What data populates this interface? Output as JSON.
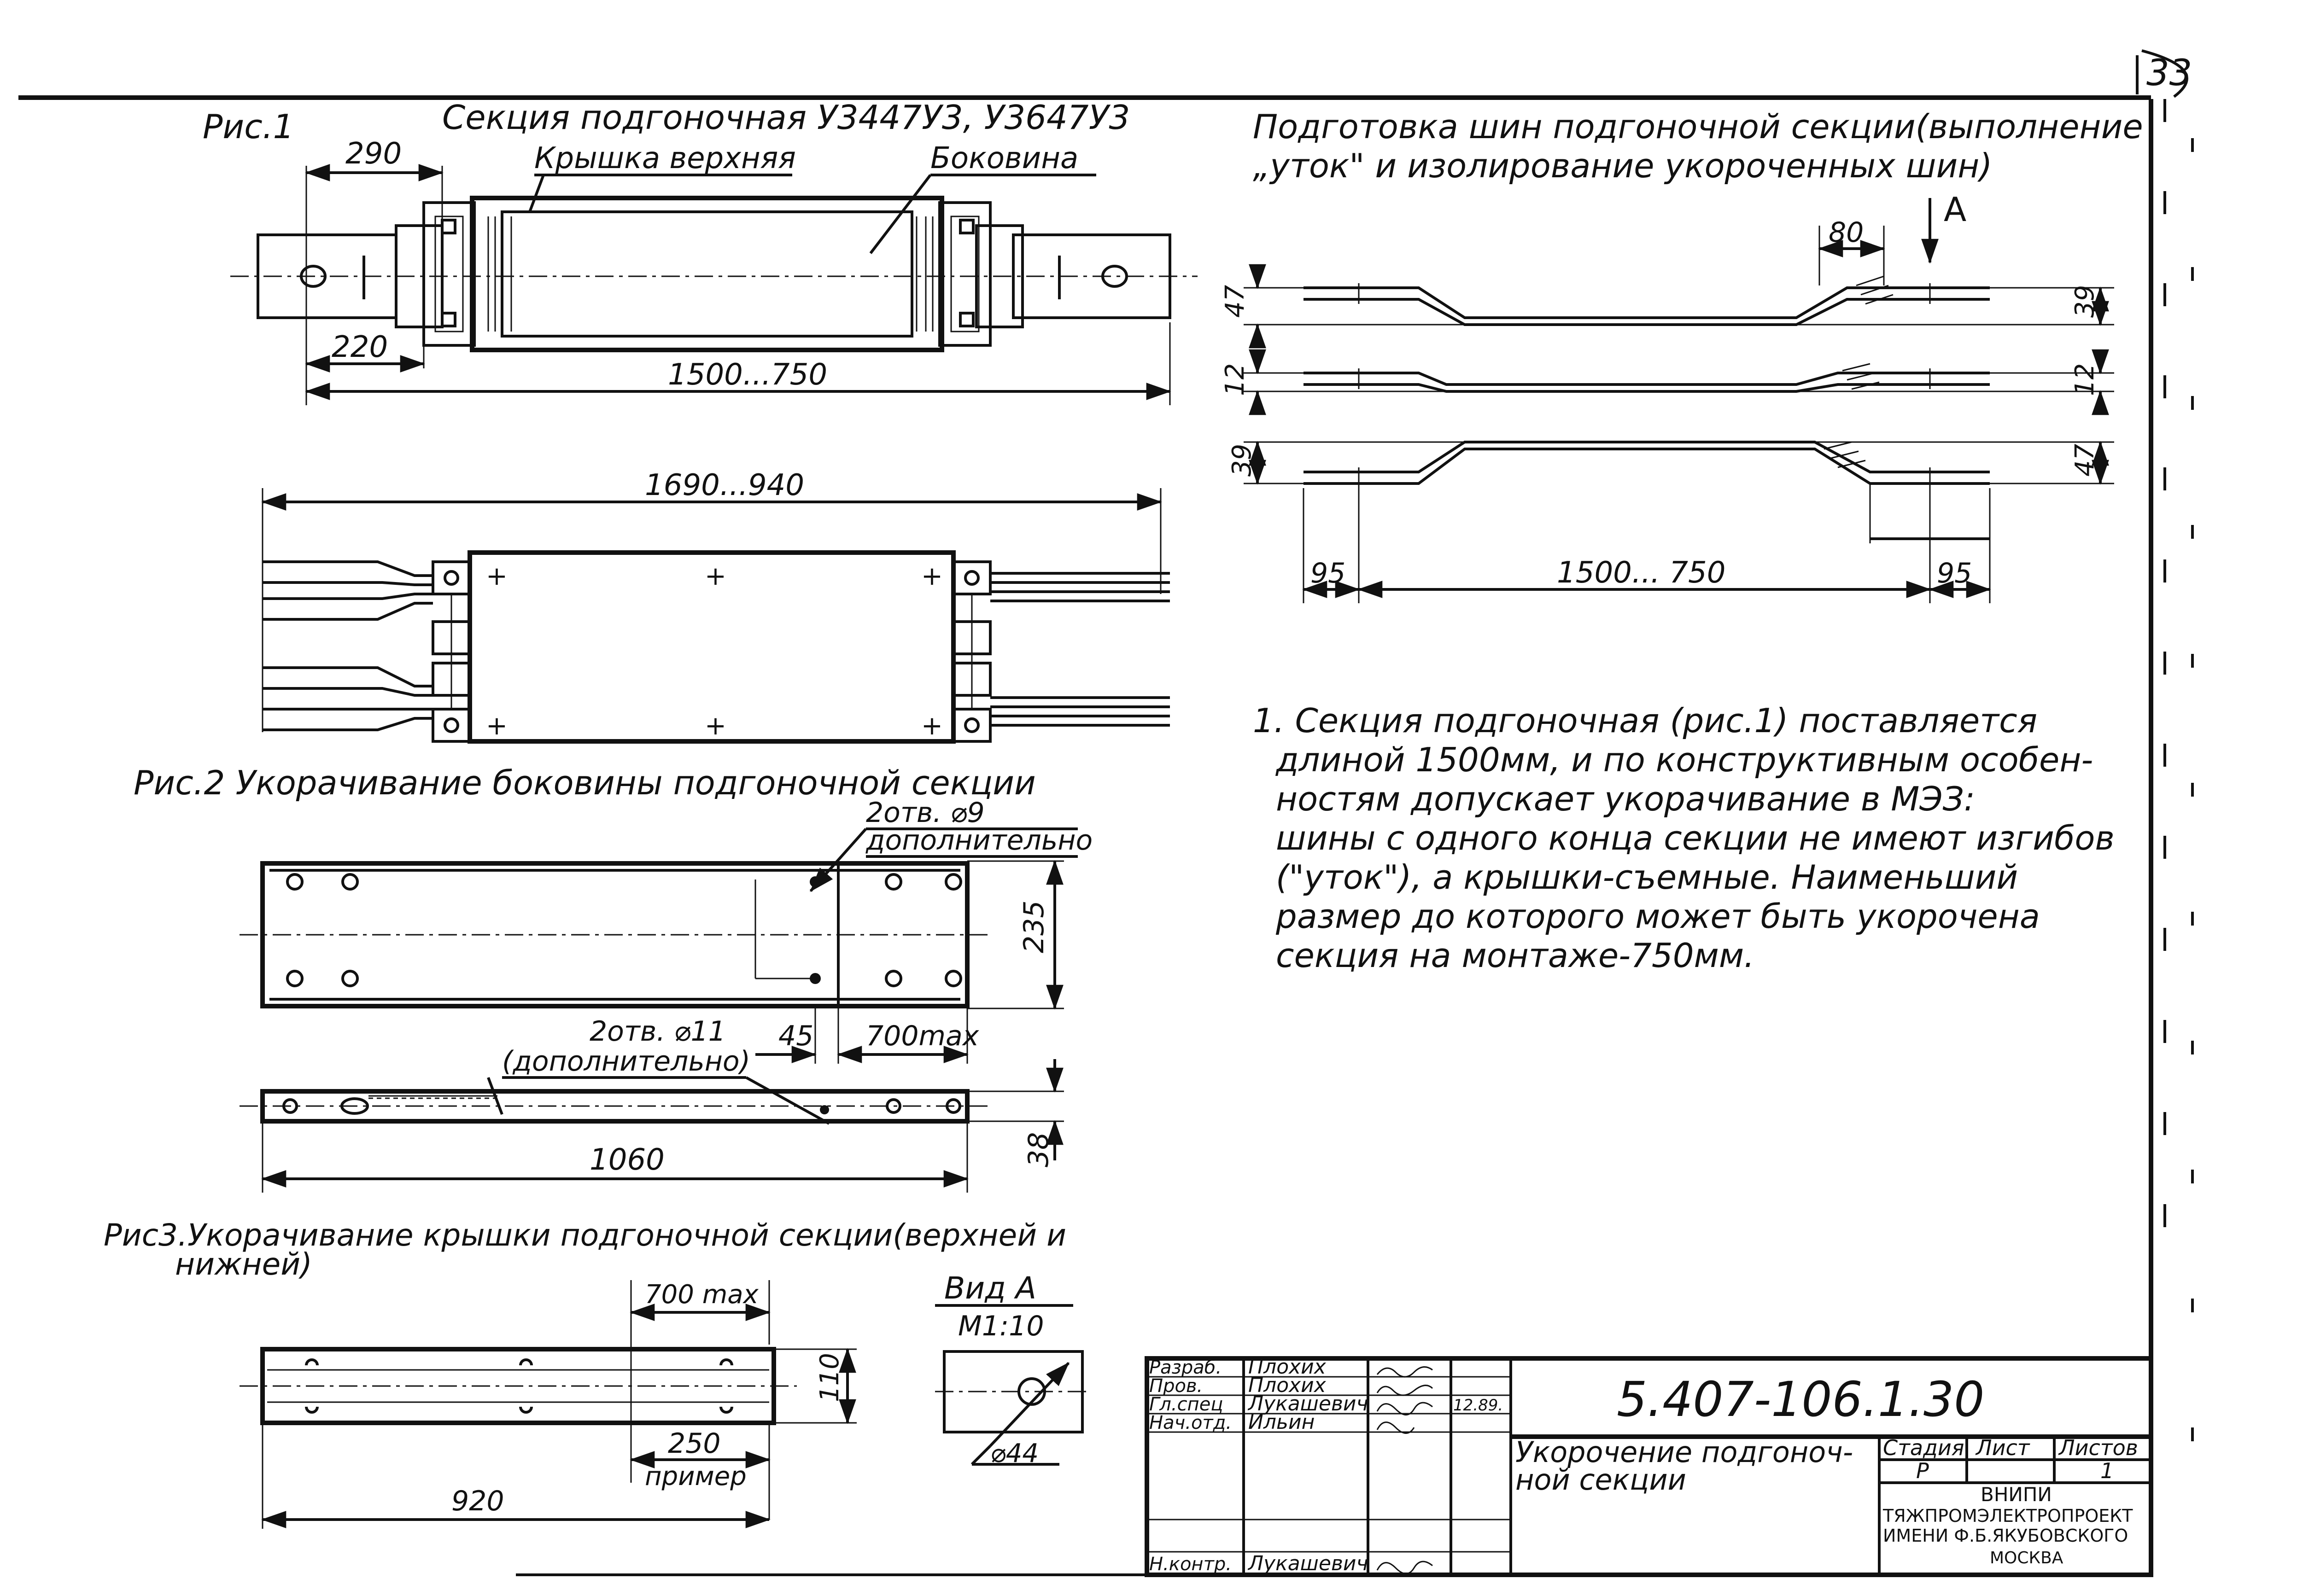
{
  "sheet_number": "33",
  "fig1": {
    "label": "Рис.1",
    "title": "Секция подгоночная У3447У3, У3647У3",
    "callout_cover": "Крышка верхняя",
    "callout_side": "Боковина",
    "dim_290": "290",
    "dim_220": "220",
    "dim_length": "1500...750"
  },
  "fig1b": {
    "dim_length": "1690...940"
  },
  "fig2": {
    "caption": "Рис.2 Укорачивание боковины подгоночной секции",
    "holes_top": "2отв. ⌀9",
    "holes_top_note": "дополнительно",
    "dim_235": "235",
    "holes_bottom": "2отв. ⌀11",
    "holes_bottom_note": "(дополнительно)",
    "dim_45": "45",
    "dim_700": "700max",
    "dim_1060": "1060",
    "dim_38": "38"
  },
  "fig3": {
    "caption_l1": "Рис3.Укорачивание крышки подгоночной секции(верхней и",
    "caption_l2": "нижней)",
    "dim_700": "700 max",
    "dim_110": "110",
    "dim_250": "250",
    "dim_250_note": "пример",
    "dim_920": "920"
  },
  "view_a": {
    "title": "Вид А",
    "scale": "М1:10",
    "dim_44": "⌀44"
  },
  "busbars": {
    "title_l1": "Подготовка шин подгоночной секции(выполнение",
    "title_l2": "„уток\" и изолирование укороченных шин)",
    "arrow_label": "А",
    "dim_80": "80",
    "dim_47_left": "47",
    "dim_39_right": "39",
    "dim_12_left": "12",
    "dim_12_right": "12",
    "dim_39_left": "39",
    "dim_47_right": "47",
    "dim_95_left": "95",
    "dim_95_right": "95",
    "dim_length": "1500... 750"
  },
  "notes": [
    "1. Секция подгоночная (рис.1) поставляется",
    "длиной  1500мм, и по конструктивным особен-",
    "ностям допускает укорачивание в  МЭЗ:",
    "шины с одного конца секции не имеют изгибов",
    "(\"уток\"), а крышки-съемные. Наименьший",
    "размер до которого может быть укорочена",
    "секция  на монтаже-750мм."
  ],
  "title_block": {
    "doc_code": "5.407-106.1.30",
    "roles": [
      "Разраб.",
      "Пров.",
      "Гл.спец",
      "Нач.отд.",
      "",
      "",
      "Н.контр."
    ],
    "names": [
      "Плохих",
      "Плохих",
      "Лукашевич",
      "Ильин",
      "",
      "",
      "Лукашевич"
    ],
    "date": "12.89.",
    "doc_title_l1": "Укорочение подгоноч-",
    "doc_title_l2": "ной секции",
    "col_stage": "Стадия",
    "col_sheet": "Лист",
    "col_sheets": "Листов",
    "stage": "Р",
    "sheet": "",
    "sheets": "1",
    "org_l1": "ВНИПИ",
    "org_l2": "ТЯЖПРОМЭЛЕКТРОПРОЕКТ",
    "org_l3": "ИМЕНИ Ф.Б.ЯКУБОВСКОГО",
    "org_l4": "МОСКВА"
  }
}
